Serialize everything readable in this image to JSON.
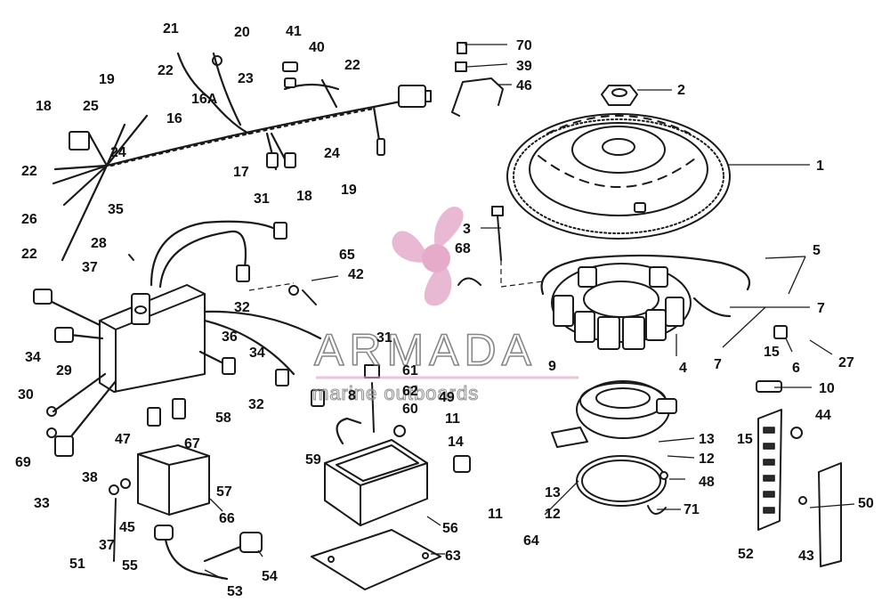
{
  "watermark": {
    "brand": "ARMADA",
    "tagline": "marine outboards",
    "accent_color": "#e3a2c4",
    "logo_icon": "propeller-icon"
  },
  "callouts": {
    "n1": "1",
    "n2": "2",
    "n3": "3",
    "n4": "4",
    "n5": "5",
    "n6": "6",
    "n7a": "7",
    "n7b": "7",
    "n8": "8",
    "n9": "9",
    "n10": "10",
    "n11a": "11",
    "n11b": "11",
    "n12a": "12",
    "n12b": "12",
    "n13a": "13",
    "n13b": "13",
    "n14": "14",
    "n15a": "15",
    "n15b": "15",
    "n16": "16",
    "n16a": "16A",
    "n17": "17",
    "n18a": "18",
    "n18b": "18",
    "n19a": "19",
    "n19b": "19",
    "n20": "20",
    "n21": "21",
    "n22a": "22",
    "n22b": "22",
    "n22c": "22",
    "n22d": "22",
    "n23": "23",
    "n24a": "24",
    "n24b": "24",
    "n25": "25",
    "n26": "26",
    "n27": "27",
    "n28": "28",
    "n29": "29",
    "n30": "30",
    "n31a": "31",
    "n31b": "31",
    "n32a": "32",
    "n32b": "32",
    "n33": "33",
    "n34a": "34",
    "n34b": "34",
    "n35": "35",
    "n36": "36",
    "n37a": "37",
    "n37b": "37",
    "n38": "38",
    "n39": "39",
    "n40": "40",
    "n41": "41",
    "n42": "42",
    "n43": "43",
    "n44": "44",
    "n45": "45",
    "n46": "46",
    "n47": "47",
    "n48": "48",
    "n49": "49",
    "n50": "50",
    "n51": "51",
    "n52": "52",
    "n53": "53",
    "n54": "54",
    "n55": "55",
    "n56": "56",
    "n57": "57",
    "n58": "58",
    "n59": "59",
    "n60": "60",
    "n61": "61",
    "n62": "62",
    "n63": "63",
    "n64": "64",
    "n65": "65",
    "n66": "66",
    "n67": "67",
    "n68": "68",
    "n69": "69",
    "n70": "70",
    "n71": "71"
  }
}
